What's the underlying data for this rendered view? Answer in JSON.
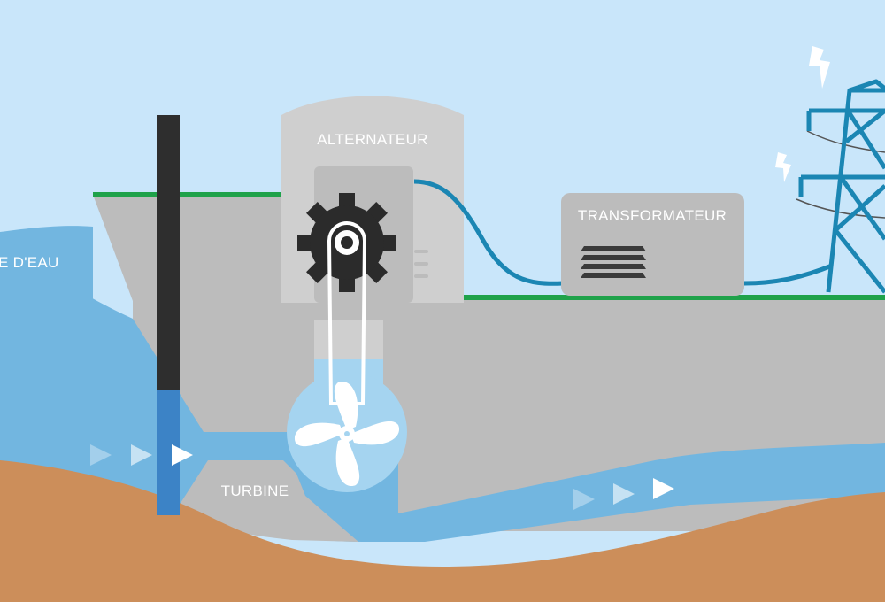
{
  "labels": {
    "water": "E D'EAU",
    "alternator": "ALTERNATEUR",
    "transformer": "TRANSFORMATEUR",
    "turbine": "TURBINE"
  },
  "icons": {
    "gear": "gear-icon",
    "propeller": "propeller-icon",
    "lightning": "lightning-icon",
    "pylon": "power-pylon-icon",
    "flow": "flow-arrow-icon",
    "transformer": "transformer-icon"
  },
  "colors": {
    "sky": "#c9e6fa",
    "water": "#72b6e0",
    "water_light": "#a5d4f0",
    "concrete": "#bcbcbc",
    "concrete_light": "#cfcfcf",
    "ground": "#cc8e5a",
    "grass": "#1fa24a",
    "cable": "#1b86b3",
    "gear": "#2b2b2b",
    "gate": "#2e2e2e",
    "gate_water": "#3c83c6"
  }
}
